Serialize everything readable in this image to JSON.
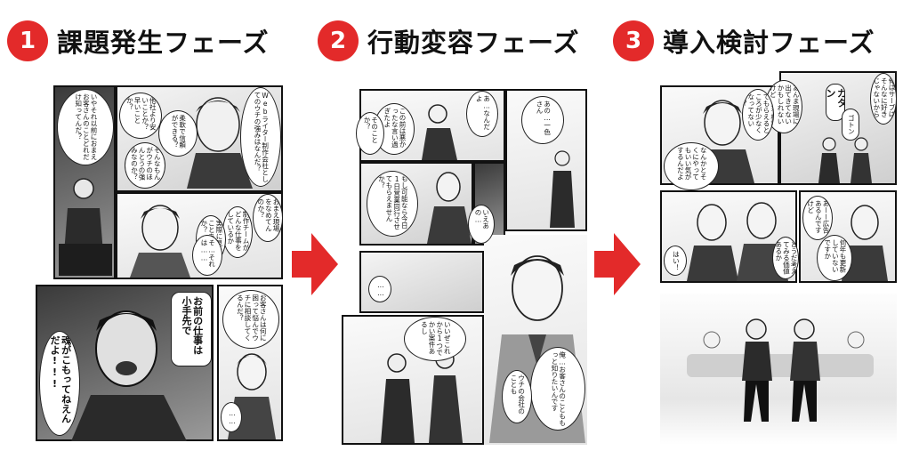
{
  "colors": {
    "accent": "#e32a2a",
    "ink": "#111111"
  },
  "phases": [
    {
      "number": "1",
      "title": "課題発生フェーズ"
    },
    {
      "number": "2",
      "title": "行動変容フェーズ"
    },
    {
      "number": "3",
      "title": "導入検討フェーズ"
    }
  ],
  "comic1": {
    "bubbles": [
      "いやそれ以前におまえお客さんのことどれだけ知ってんだ？",
      "他社より安いことか？早いことか？",
      "柔軟で信頼ができる？",
      "そんなもんがウチのほんとうの強みなのか？",
      "Webライター制作会社としてのウチの強みはなんだ？",
      "おまえ現場をなめてんのか？",
      "制作チームがどんな仕事をしているか",
      "実際に見たことあるのか？",
      "そ…それは……",
      "お前の仕事は小手先で",
      "魂がこもってねえんだよ!!!",
      "お客さんは何に困って悩んでウチに相談してくるんだ？",
      "……"
    ]
  },
  "comic2": {
    "bubbles": [
      "あ…なんだよ",
      "この前は悪かったな言い過ぎたよ",
      "そのことか？",
      "あの…一色さん",
      "もし可能なら今日1日営業同行させてもらえませんか？",
      "いえあの…",
      "……",
      "いいぜこれから1つでかい案件あるし",
      "俺…お客さんのことももっと知りたいんです",
      "ウチの会社のことも"
    ]
  },
  "comic3": {
    "bubbles": [
      "俺はサーブはそんなに好きじゃないから",
      "あんま現場に出てきてないかもしれないけど",
      "導入を検討してもらえるところが少なくなってないか？",
      "ガタン",
      "ゴトン",
      "なんかとそくにやってもいい気がするんだよ",
      "あーー広告あるんですけど",
      "何年も更新していないですか",
      "どうだ考えてみる価値あるか",
      "はい！"
    ]
  }
}
